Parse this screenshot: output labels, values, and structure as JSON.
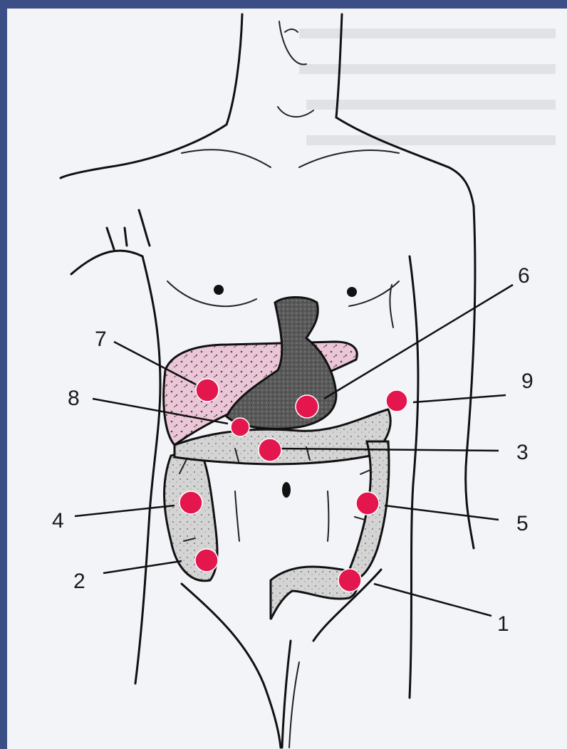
{
  "colors": {
    "frame": "#3b4f86",
    "paper": "#f3f4f8",
    "point": "#e3164d",
    "liver": "#eac7d6",
    "stomach": "#555555",
    "colon": "#d9d9d9"
  },
  "points": [
    {
      "id": "1",
      "label": "1"
    },
    {
      "id": "2",
      "label": "2"
    },
    {
      "id": "3",
      "label": "3"
    },
    {
      "id": "4",
      "label": "4"
    },
    {
      "id": "5",
      "label": "5"
    },
    {
      "id": "6",
      "label": "6"
    },
    {
      "id": "7",
      "label": "7"
    },
    {
      "id": "8",
      "label": "8"
    },
    {
      "id": "9",
      "label": "9"
    }
  ]
}
